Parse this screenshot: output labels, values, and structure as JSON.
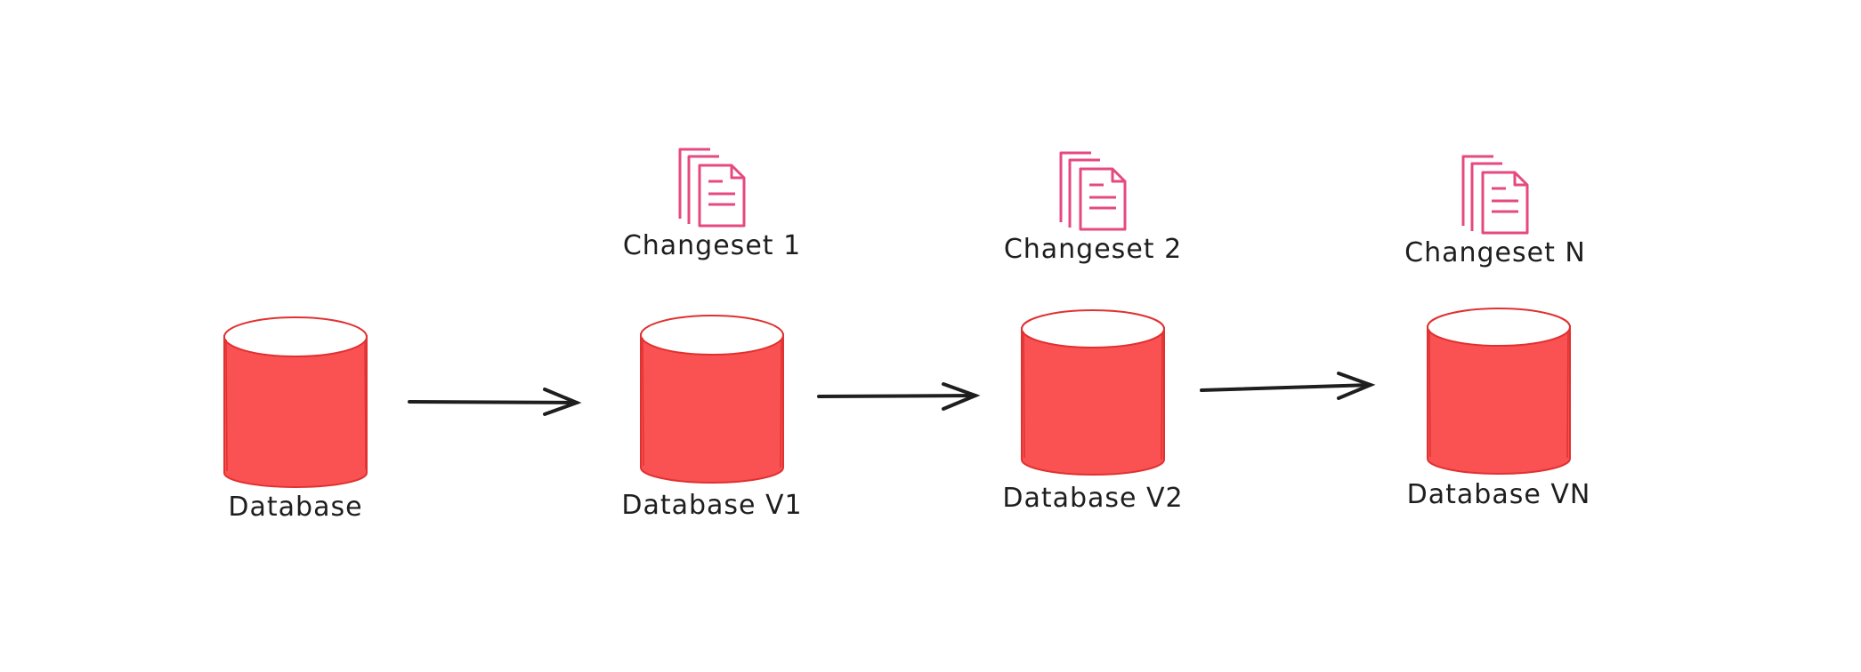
{
  "diagram": {
    "databases": [
      {
        "label": "Database"
      },
      {
        "label": "Database V1"
      },
      {
        "label": "Database V2"
      },
      {
        "label": "Database VN"
      }
    ],
    "changesets": [
      {
        "label": "Changeset 1",
        "icon": "documents-icon"
      },
      {
        "label": "Changeset 2",
        "icon": "documents-icon"
      },
      {
        "label": "Changeset N",
        "icon": "documents-icon"
      }
    ],
    "colors": {
      "database_fill": "#fa5252",
      "database_stroke": "#e03131",
      "changeset_icon": "#e64980",
      "arrow": "#1e1e1e",
      "text": "#1e1e1e"
    }
  }
}
